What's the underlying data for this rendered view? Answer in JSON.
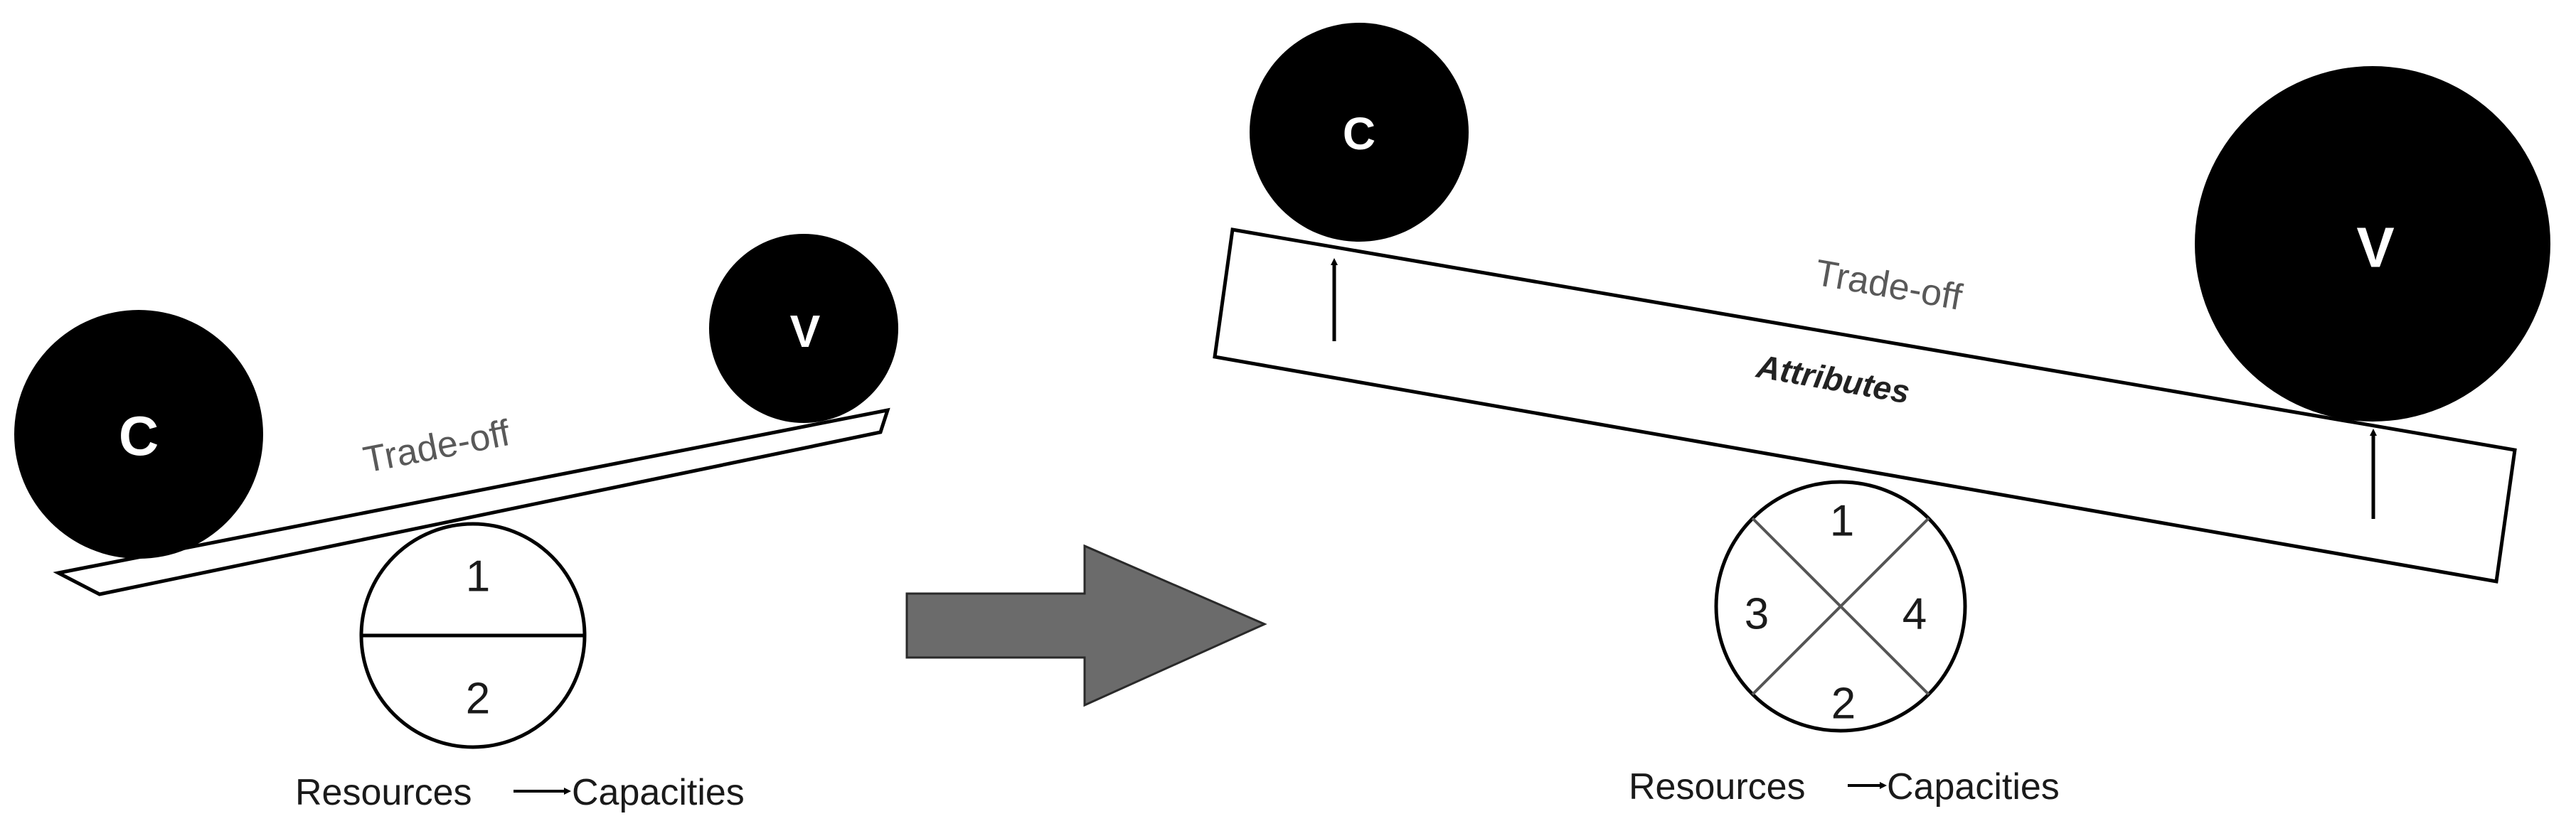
{
  "left_panel": {
    "ball_c": "C",
    "ball_v": "V",
    "tradeoff_label": "Trade-off",
    "fulcrum_top": "1",
    "fulcrum_bottom": "2",
    "caption_resources": "Resources",
    "caption_capacities": "Capacities"
  },
  "right_panel": {
    "ball_c": "C",
    "ball_v": "V",
    "tradeoff_label": "Trade-off",
    "beam_label": "Attributes",
    "fulcrum_top": "1",
    "fulcrum_bottom": "2",
    "fulcrum_left": "3",
    "fulcrum_right": "4",
    "caption_resources": "Resources",
    "caption_capacities": "Capacities"
  },
  "colors": {
    "ball": "#000000",
    "arrow_fill": "#6b6b6b",
    "stroke": "#000000",
    "tradeoff_text": "#595959"
  }
}
